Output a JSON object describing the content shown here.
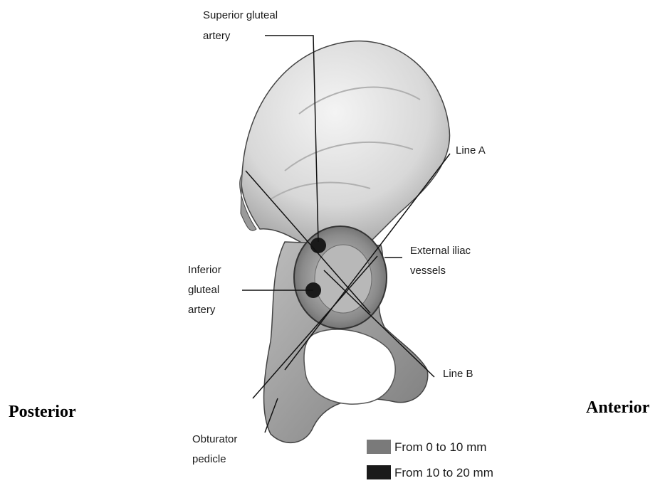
{
  "labels": {
    "superior_gluteal_artery": [
      "Superior gluteal",
      "artery"
    ],
    "inferior_gluteal_artery": [
      "Inferior",
      "gluteal",
      "artery"
    ],
    "external_iliac_vessels": [
      "External iliac",
      "vessels"
    ],
    "obturator_pedicle": [
      "Obturator",
      "pedicle"
    ],
    "line_a": "Line A",
    "line_b": "Line B"
  },
  "orientation": {
    "left": "Posterior",
    "right": "Anterior"
  },
  "legend": {
    "items": [
      {
        "label": "From 0 to 10 mm",
        "color": "#7a7a7a"
      },
      {
        "label": "From 10 to 20 mm",
        "color": "#1a1a1a"
      }
    ]
  }
}
